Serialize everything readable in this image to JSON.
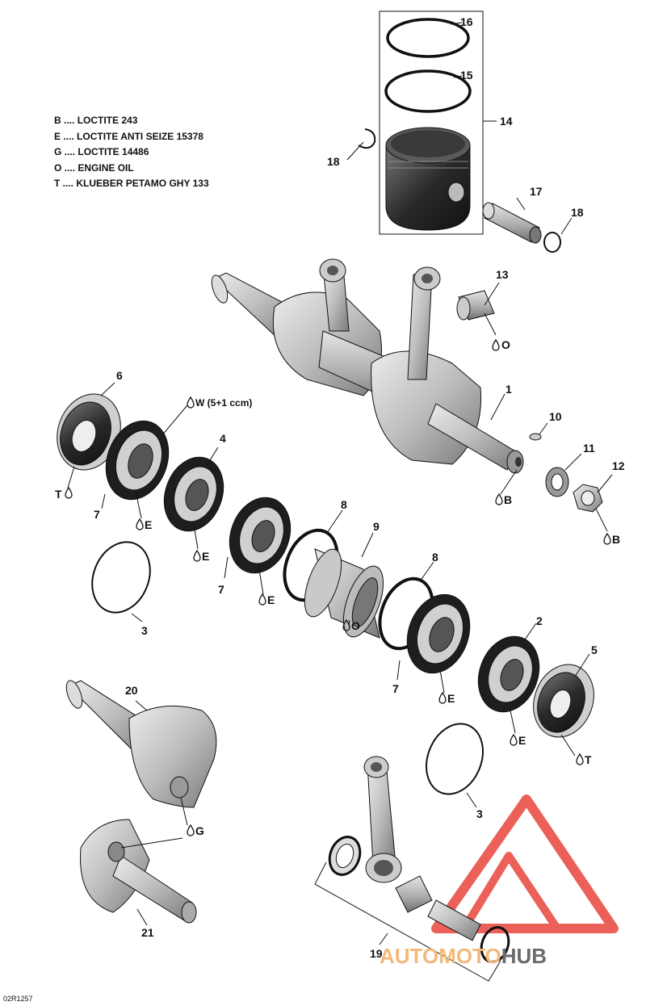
{
  "legend": [
    {
      "code": "B",
      "text": "LOCTITE 243"
    },
    {
      "code": "E",
      "text": "LOCTITE ANTI SEIZE 15378"
    },
    {
      "code": "G",
      "text": "LOCTITE 14486"
    },
    {
      "code": "O",
      "text": "ENGINE OIL"
    },
    {
      "code": "T",
      "text": "KLUEBER PETAMO GHY 133"
    }
  ],
  "legend_separator": " .... ",
  "callouts": {
    "n1": "1",
    "n2": "2",
    "n3a": "3",
    "n3b": "3",
    "n4": "4",
    "n5": "5",
    "n6": "6",
    "n7a": "7",
    "n7b": "7",
    "n7c": "7",
    "n8a": "8",
    "n8b": "8",
    "n9": "9",
    "n10": "10",
    "n11": "11",
    "n12": "12",
    "n13": "13",
    "n14": "14",
    "n15": "15",
    "n16": "16",
    "n17": "17",
    "n18a": "18",
    "n18b": "18",
    "n19": "19",
    "n20": "20",
    "n21": "21"
  },
  "applications": {
    "w_note": "W (5+1 ccm)",
    "o13": "O",
    "b1": "B",
    "b12": "B",
    "t6": "T",
    "e3": "E",
    "e4": "E",
    "e7b": "E",
    "o9": "O",
    "e7c": "E",
    "e2": "E",
    "t5": "T",
    "g20": "G"
  },
  "reference_code": "02R1257",
  "watermark": {
    "part1": "AUTOMOTO",
    "part2": "HUB",
    "color1": "#f4b97a",
    "color2": "#6b6b6b",
    "logo_color": "#e8453c"
  }
}
